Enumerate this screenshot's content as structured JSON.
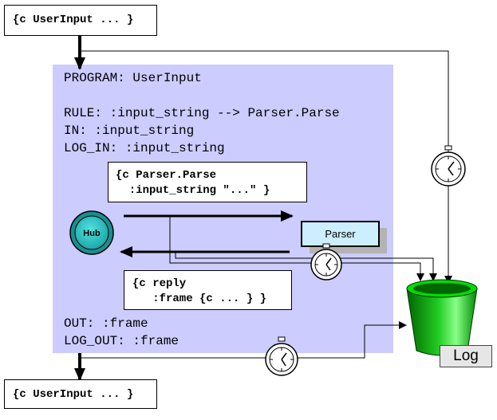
{
  "top_message": "{c UserInput ... }",
  "bottom_message": "{c UserInput ... }",
  "program": {
    "title": "PROGRAM: UserInput",
    "rule": "RULE: :input_string --> Parser.Parse",
    "in": "IN: :input_string",
    "log_in": "LOG_IN: :input_string",
    "out": "OUT: :frame",
    "log_out": "LOG_OUT: :frame"
  },
  "parse_message": {
    "line1": "{c Parser.Parse",
    "line2": "  :input_string \"...\" }"
  },
  "reply_message": {
    "line1": "{c reply",
    "line2": "   :frame {c ... } }"
  },
  "hub_label": "Hub",
  "parser_label": "Parser",
  "log_label": "Log",
  "colors": {
    "panel": "#ccccff",
    "hub": "#33cccc",
    "parser": "#cceeff",
    "log_bin": "#00aa00"
  },
  "icons": [
    "stopwatch-icon",
    "stopwatch-icon",
    "stopwatch-icon",
    "log-bin-icon",
    "hub-icon"
  ]
}
